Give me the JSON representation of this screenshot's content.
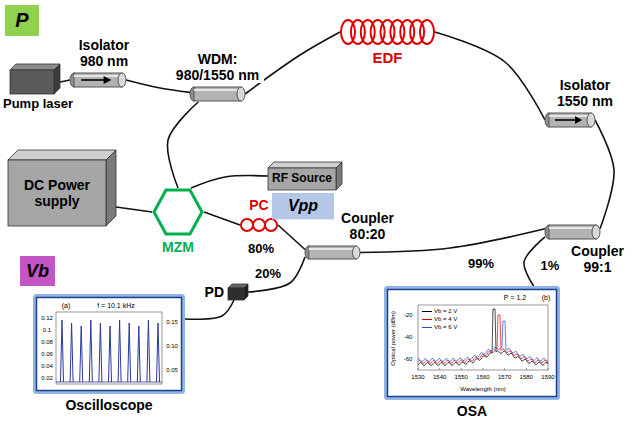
{
  "diagram": {
    "nodes": [
      {
        "text": [
          "P"
        ]
      },
      {
        "text": [
          "Pump laser"
        ]
      },
      {
        "text": [
          "Isolator 980 nm"
        ]
      },
      {
        "text": [
          "WDM: 980/1550 nm"
        ]
      },
      {
        "text": [
          "EDF"
        ]
      },
      {
        "text": [
          "Isolator 1550 nm"
        ]
      },
      {
        "text": [
          "Coupler 99:1"
        ]
      },
      {
        "text": [
          "OSA"
        ]
      },
      {
        "text": [
          "Coupler 80:20"
        ]
      },
      {
        "text": [
          "PC"
        ]
      },
      {
        "text": [
          "MZM"
        ]
      },
      {
        "text": [
          "DC Power supply"
        ]
      },
      {
        "text": [
          "Vb"
        ]
      },
      {
        "text": [
          "RF Source"
        ]
      },
      {
        "text": [
          "Vpp"
        ]
      },
      {
        "text": [
          "PD"
        ]
      },
      {
        "text": [
          "Oscilloscope"
        ]
      }
    ],
    "edges": [
      {
        "from": 1,
        "to": 2,
        "arrow": "none"
      },
      {
        "from": 2,
        "to": 3,
        "arrow": "none"
      },
      {
        "from": 3,
        "to": 4,
        "arrow": "none"
      },
      {
        "from": 4,
        "to": 5,
        "arrow": "none"
      },
      {
        "from": 5,
        "to": 6,
        "arrow": "none"
      },
      {
        "from": 6,
        "to": 8,
        "arrow": "none"
      },
      {
        "from": 6,
        "to": 7,
        "arrow": "none"
      },
      {
        "from": 8,
        "to": 9,
        "arrow": "none"
      },
      {
        "from": 9,
        "to": 10,
        "arrow": "none"
      },
      {
        "from": 10,
        "to": 3,
        "arrow": "none"
      },
      {
        "from": 8,
        "to": 15,
        "arrow": "none"
      },
      {
        "from": 15,
        "to": 16,
        "arrow": "none"
      },
      {
        "from": 13,
        "to": 10,
        "arrow": "none"
      },
      {
        "from": 11,
        "to": 10,
        "arrow": "none"
      }
    ],
    "labels": [
      "80%",
      "20%",
      "99%",
      "1%",
      "(a)",
      "f = 10.1 kHz",
      "0.12",
      "0.1",
      "0.08",
      "0.06",
      "0.04",
      "0.02",
      "0.15",
      "0.10",
      "0.05",
      "(b)",
      "P = 1.2",
      "1530",
      "1540",
      "1550",
      "1560",
      "1570",
      "1580",
      "1590",
      "Wavelength (nm)",
      "Optical power (dBm)",
      "-20",
      "-40",
      "-60"
    ],
    "legend": [
      {
        "text": "Vb = 2 V"
      },
      {
        "text": "Vb = 4 V"
      },
      {
        "text": "Vb = 6 V"
      }
    ]
  }
}
